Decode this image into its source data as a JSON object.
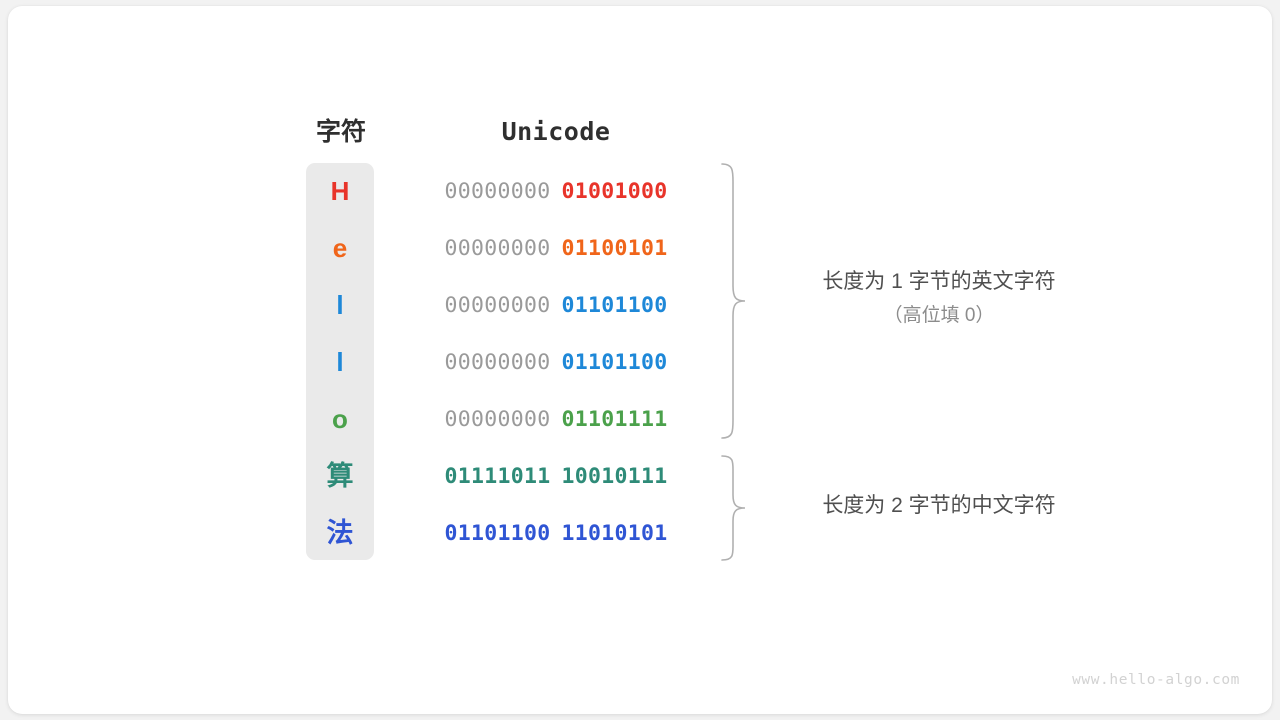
{
  "figure": {
    "background_color": "#f2f2f2",
    "card_color": "#ffffff",
    "pill_color": "#eaeaea",
    "headers": {
      "character": "字符",
      "encoding": "Unicode"
    },
    "rows": [
      {
        "character": "H",
        "color": "#e8342a",
        "high_byte": "00000000",
        "low_byte": "01001000",
        "high_byte_filled": false
      },
      {
        "character": "e",
        "color": "#f0651a",
        "high_byte": "00000000",
        "low_byte": "01100101",
        "high_byte_filled": false
      },
      {
        "character": "l",
        "color": "#1e88d8",
        "high_byte": "00000000",
        "low_byte": "01101100",
        "high_byte_filled": false
      },
      {
        "character": "l",
        "color": "#1e88d8",
        "high_byte": "00000000",
        "low_byte": "01101100",
        "high_byte_filled": false
      },
      {
        "character": "o",
        "color": "#4ba14b",
        "high_byte": "00000000",
        "low_byte": "01101111",
        "high_byte_filled": false
      },
      {
        "character": "算",
        "color": "#2e8b78",
        "high_byte": "01111011",
        "low_byte": "10010111",
        "high_byte_filled": true
      },
      {
        "character": "法",
        "color": "#2f55d4",
        "high_byte": "01101100",
        "low_byte": "11010101",
        "high_byte_filled": true
      }
    ],
    "annotations": [
      {
        "main": "长度为 1 字节的英文字符",
        "sub": "（高位填 0）",
        "main_color": "#4f4f4f",
        "sub_color": "#8c8c8c"
      },
      {
        "main": "长度为 2 字节的中文字符",
        "sub": "",
        "main_color": "#4f4f4f",
        "sub_color": "#8c8c8c"
      }
    ],
    "brace_color": "#b0b0b0",
    "watermark": "www.hello-algo.com"
  }
}
